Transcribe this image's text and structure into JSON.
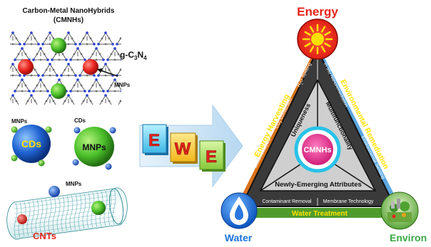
{
  "left_panel": {
    "title_line1": "Carbon-Metal NanoHybrids",
    "title_line2": "(CMNHs)",
    "lattice_label": "g-C",
    "lattice_label_sub1": "3",
    "lattice_label_mid": "N",
    "lattice_label_sub2": "4",
    "lattice_pointer_label": "MNPs",
    "mnps_label": "MNPs",
    "cds_label": "CDs",
    "cds_sphere_label": "CDs",
    "mnps_sphere_label": "MNPs",
    "nanotube_mnps_label": "MNPs",
    "cnts_label": "CNTs"
  },
  "ewe_blocks": [
    "E",
    "W",
    "E"
  ],
  "triangle": {
    "top_label": "Energy",
    "bottom_left_label": "Water",
    "bottom_right_label": "Environ",
    "center_label": "CMNHs",
    "left_edge_label": "Energy Harvesting",
    "right_edge_label": "Environmental Remediation",
    "bottom_edge_label": "Water Treatment",
    "left_inner_1": "Electrocatalysis",
    "left_inner_2_pre": "CO",
    "left_inner_2_sub": "2",
    "left_inner_2_post": " Conversion",
    "left_inner_3_pre": "H",
    "left_inner_3_sub": "2",
    "left_inner_3_post": "O Splitting",
    "right_inner_1": "In situ Nanoremediation",
    "right_inner_2": "Environmental Sensing",
    "bottom_inner_1": "Contaminant Removal",
    "bottom_inner_2": "Membrane Technology",
    "attr_uniqueness": "Uniqueness",
    "attr_multifunctionality": "Multifunctionality",
    "attr_newly_emerging": "Newly-Emerging Attributes"
  },
  "colors": {
    "energy_red": "#e8231c",
    "sun_yellow": "#ffe100",
    "water_blue": "#1a73d9",
    "environ_green": "#3aa845",
    "harvest_edge": "#d9711b",
    "remediation_edge": "#5aa7e0",
    "water_edge": "#4f9c2d",
    "center_ring": "#29c2e8",
    "center_fill": "#e4308c",
    "arrow_blue": "#c9e4f7"
  }
}
